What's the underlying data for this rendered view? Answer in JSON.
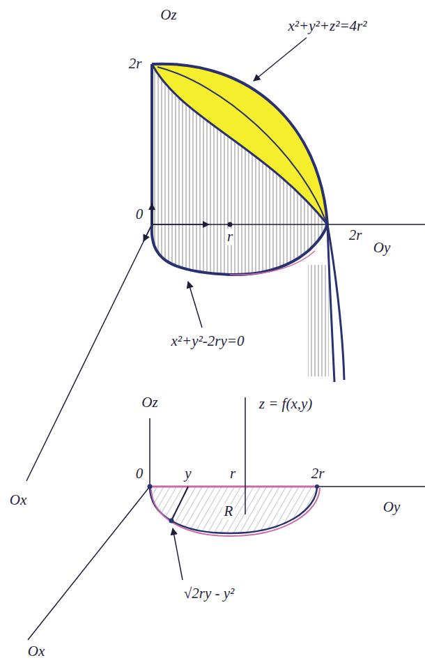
{
  "diagram": {
    "labels": [
      "Oz",
      "x²+y²+z²=4r²",
      "2r",
      "0",
      "r",
      "2r",
      "Oy",
      "x²+y²-2ry=0",
      "Ox",
      "Oz",
      "z = f(x,y)",
      "0",
      "y",
      "r",
      "2r",
      "Oy",
      "R",
      "√2ry - y²",
      "Ox"
    ]
  }
}
